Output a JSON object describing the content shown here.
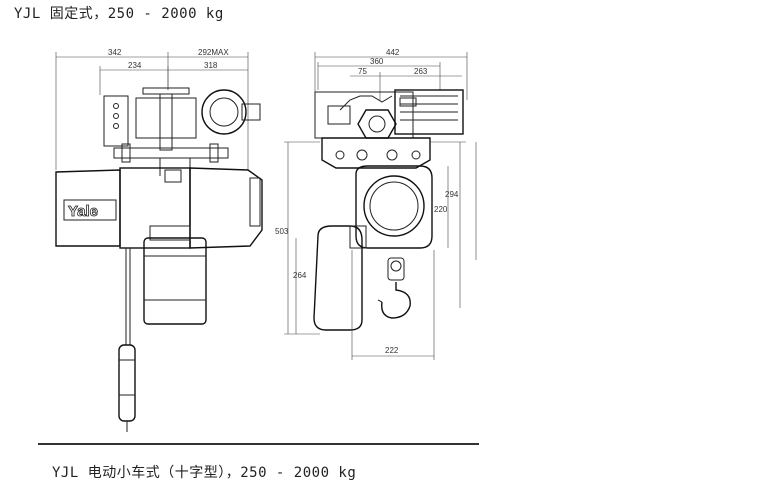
{
  "captions": {
    "top": "YJL 固定式，250 - 2000 kg",
    "bottom": "YJL 电动小车式（十字型），250 - 2000 kg"
  },
  "brand": "Yale",
  "dimensions": {
    "left_view": {
      "d342": "342",
      "d234": "234",
      "d292max": "292MAX",
      "d318": "318"
    },
    "right_view": {
      "d442": "442",
      "d360": "360",
      "d75": "75",
      "d263": "263",
      "d503": "503",
      "d294": "294",
      "d220": "220",
      "d264": "264",
      "d222": "222"
    }
  }
}
